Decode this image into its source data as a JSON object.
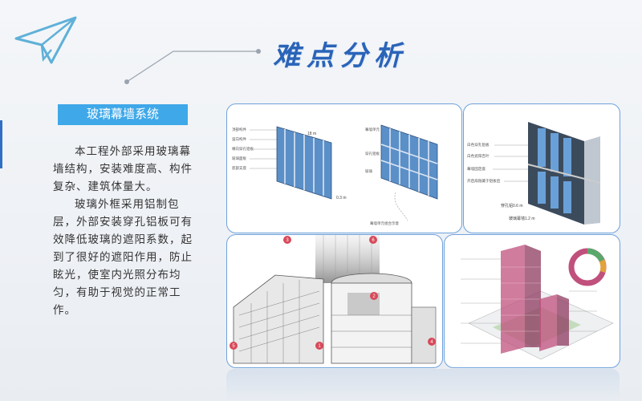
{
  "header": {
    "title": "难点分析"
  },
  "section": {
    "label": "玻璃幕墙系统"
  },
  "content": {
    "paragraphs": [
      "本工程外部采用玻璃幕墙结构，安装难度高、构件复杂、建筑体量大。",
      "玻璃外框采用铝制包层，外部安装穿孔铝板可有效降低玻璃的遮阳系数，起到了很好的遮阳作用，防止眩光，使室内光照分布均匀，有助于视觉的正常工作。"
    ]
  },
  "diagram1": {
    "labels_a": [
      "顶部构件",
      "竖向构件",
      "横向穿孔铝板",
      "玻璃面板",
      "底部支座"
    ],
    "labels_b": [
      "幕墙单元",
      "穿孔铝板",
      "玻璃"
    ],
    "dim_top": "18 m",
    "dim_side": "0.3 m",
    "caption": "幕墙单元组合示意"
  },
  "diagram2": {
    "labels": [
      "白色穿孔铝板",
      "白色遮阳百叶",
      "幕墙固定座",
      "开启扇隐藏于铝板后"
    ],
    "dim_1": "穿孔铝0.6 m",
    "dim_2": "玻璃幕墙1.2 m"
  },
  "diagram3": {
    "markers": [
      "1",
      "2",
      "3",
      "4",
      "5",
      "6"
    ]
  },
  "colors": {
    "accent": "#2a64b8",
    "label_bg": "#3fa8e8",
    "panel_border": "#6fa2dc"
  }
}
